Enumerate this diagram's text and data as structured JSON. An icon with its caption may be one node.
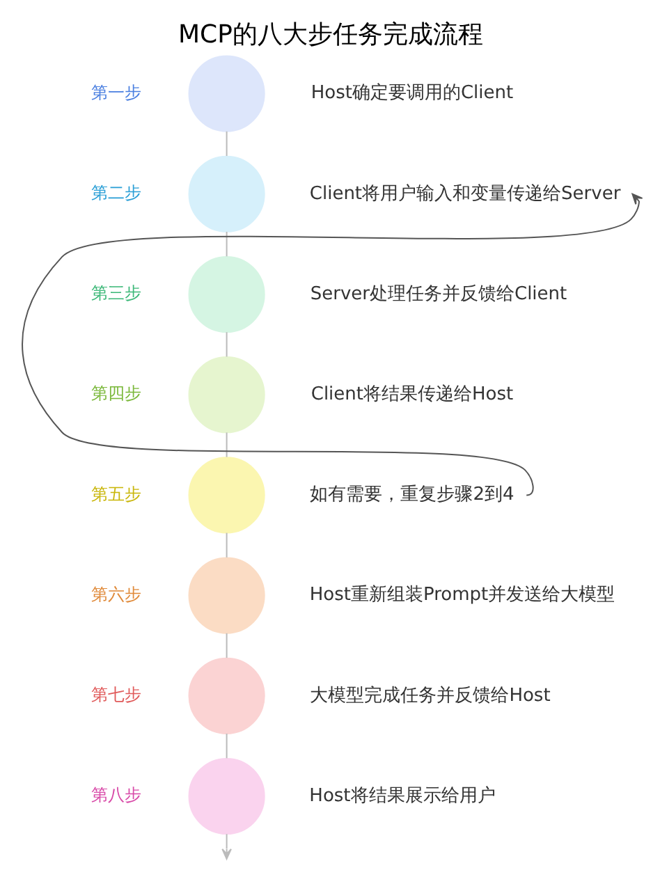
{
  "diagram": {
    "title": "MCP的八大步任务完成流程",
    "nodes": [
      {
        "text": [],
        "shape": "circle",
        "beside": [
          "第一步"
        ]
      },
      {
        "text": [],
        "shape": "circle",
        "beside": [
          "第二步"
        ]
      },
      {
        "text": [],
        "shape": "circle",
        "beside": [
          "第三步"
        ]
      },
      {
        "text": [],
        "shape": "circle",
        "beside": [
          "第四步"
        ]
      },
      {
        "text": [],
        "shape": "circle",
        "beside": [
          "第五步"
        ]
      },
      {
        "text": [],
        "shape": "circle",
        "beside": [
          "第六步"
        ]
      },
      {
        "text": [],
        "shape": "circle",
        "beside": [
          "第七步"
        ]
      },
      {
        "text": [],
        "shape": "circle",
        "beside": [
          "第八步"
        ]
      },
      {
        "text": [
          "Host确定要调用的Client"
        ]
      },
      {
        "text": [
          "Client将用户输入和变量传递给Server"
        ]
      },
      {
        "text": [
          "Server处理任务并反馈给Client"
        ]
      },
      {
        "text": [
          "Client将结果传递给Host"
        ]
      },
      {
        "text": [
          "如有需要，重复步骤2到4"
        ]
      },
      {
        "text": [
          "Host重新组装Prompt并发送给大模型"
        ]
      },
      {
        "text": [
          "大模型完成任务并反馈给Host"
        ]
      },
      {
        "text": [
          "Host将结果展示给用户"
        ]
      }
    ],
    "edges": [
      {
        "from": 0,
        "to": 1,
        "arrow": "none"
      },
      {
        "from": 1,
        "to": 2,
        "arrow": "none"
      },
      {
        "from": 2,
        "to": 3,
        "arrow": "none"
      },
      {
        "from": 3,
        "to": 4,
        "arrow": "none"
      },
      {
        "from": 4,
        "to": 5,
        "arrow": "none"
      },
      {
        "from": 5,
        "to": 6,
        "arrow": "none"
      },
      {
        "from": 6,
        "to": 7,
        "arrow": "none"
      },
      {
        "from": 7,
        "to": null,
        "arrow": "to"
      },
      {
        "from": 12,
        "to": 9,
        "arrow": "to",
        "color": "#555555"
      }
    ]
  }
}
